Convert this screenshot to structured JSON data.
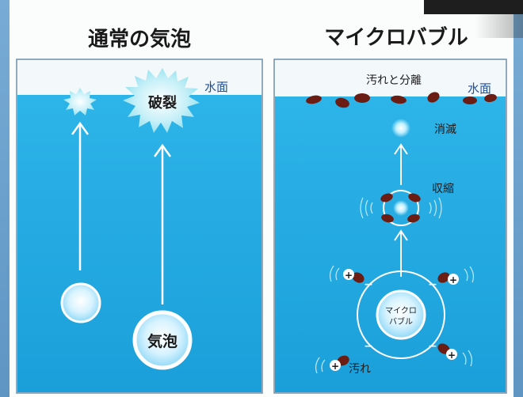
{
  "left": {
    "title": "通常の気泡",
    "surface_label": "水面",
    "burst_label": "破裂",
    "bubble_label": "気泡"
  },
  "right": {
    "title": "マイクロバブル",
    "surface_label": "水面",
    "separation_label": "汚れと分離",
    "vanish_label": "消滅",
    "shrink_label": "収縮",
    "microbubble_label_line1": "マイクロ",
    "microbubble_label_line2": "バブル",
    "dirt_label": "汚れ",
    "plus_sign": "+",
    "minus_sign": "−"
  },
  "colors": {
    "water": "#1ea3dd",
    "water_top": "#2cb1e6",
    "surface_band": "#f3f8fb",
    "panel_border": "#6f8fa8",
    "dirt": "#6b1d14",
    "label_blue": "#1e4fa0",
    "arrow": "#ffffff"
  }
}
